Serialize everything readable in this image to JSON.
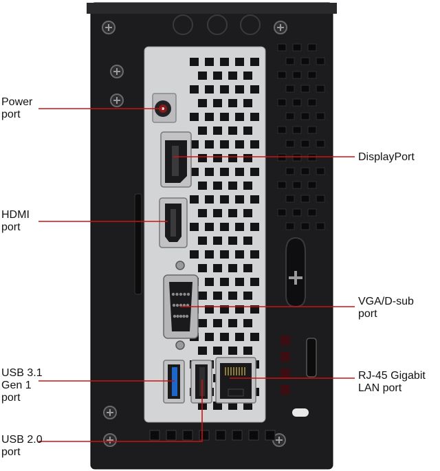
{
  "colors": {
    "chassis": "#1c1c1e",
    "chassis_edge": "#0d0d0d",
    "io_shield": "#d3d4d6",
    "vent_hole": "#141416",
    "callout_line": "#cc1111",
    "usb3_blue": "#1e66c8",
    "label_text": "#111111"
  },
  "callouts": [
    {
      "id": "power",
      "lines": [
        "Power",
        "port"
      ]
    },
    {
      "id": "displayport",
      "lines": [
        "DisplayPort"
      ]
    },
    {
      "id": "hdmi",
      "lines": [
        "HDMI",
        "port"
      ]
    },
    {
      "id": "vga",
      "lines": [
        "VGA/D-sub",
        "port"
      ]
    },
    {
      "id": "usb31",
      "lines": [
        "USB 3.1",
        "Gen 1",
        "port"
      ]
    },
    {
      "id": "rj45",
      "lines": [
        "RJ-45 Gigabit",
        "LAN port"
      ]
    },
    {
      "id": "usb20",
      "lines": [
        "USB 2.0",
        "port"
      ]
    }
  ]
}
